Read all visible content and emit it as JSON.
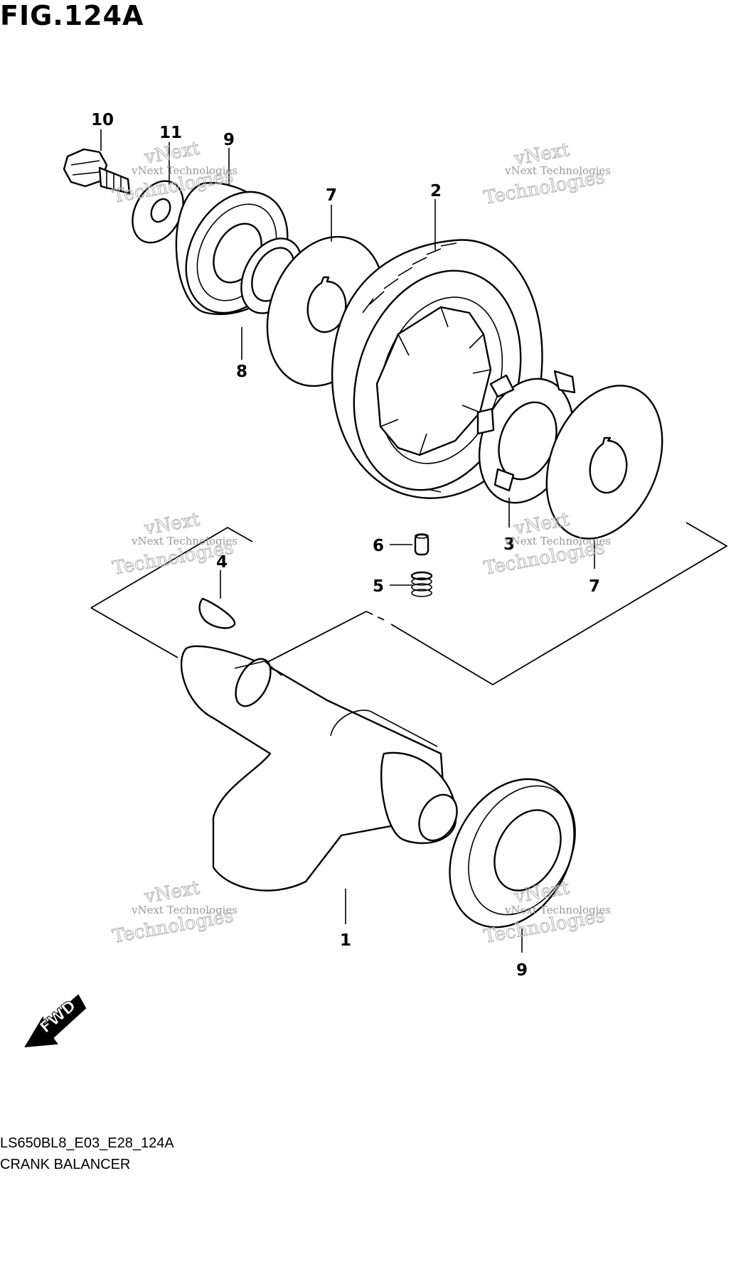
{
  "figure": {
    "title": "FIG.124A",
    "model_code": "LS650BL8_E03_E28_124A",
    "section_name": "CRANK BALANCER"
  },
  "callouts": [
    {
      "id": "c10",
      "label": "10"
    },
    {
      "id": "c11",
      "label": "11"
    },
    {
      "id": "c9a",
      "label": "9"
    },
    {
      "id": "c7a",
      "label": "7"
    },
    {
      "id": "c2",
      "label": "2"
    },
    {
      "id": "c8",
      "label": "8"
    },
    {
      "id": "c6",
      "label": "6"
    },
    {
      "id": "c4",
      "label": "4"
    },
    {
      "id": "c5",
      "label": "5"
    },
    {
      "id": "c3",
      "label": "3"
    },
    {
      "id": "c7b",
      "label": "7"
    },
    {
      "id": "c1",
      "label": "1"
    },
    {
      "id": "c9b",
      "label": "9"
    }
  ],
  "watermark": {
    "line1": "vNext Technologies",
    "line2": "Technologies",
    "line3": "vNext"
  },
  "fwd_label": "FWD"
}
